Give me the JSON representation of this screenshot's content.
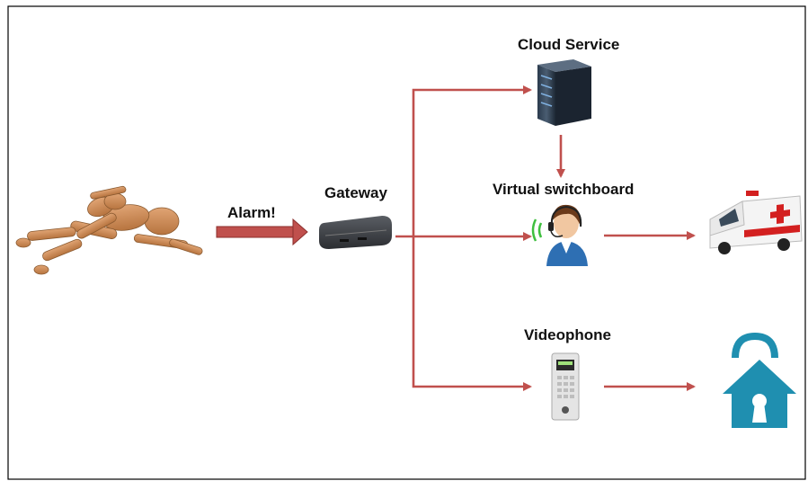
{
  "labels": {
    "cloud_service": "Cloud Service",
    "virtual_switchboard": "Virtual switchboard",
    "videophone": "Videophone",
    "gateway": "Gateway",
    "alarm": "Alarm!"
  },
  "colors": {
    "arrow": "#c0504d",
    "arrow_dark": "#a83c3a",
    "lock_house": "#1f8fb0",
    "border": "#000000"
  },
  "icons": {
    "fallen_person": "wooden-mannequin-fallen-icon",
    "gateway": "gateway-device-icon",
    "cloud": "server-tower-icon",
    "operator": "headset-operator-icon",
    "ambulance": "ambulance-icon",
    "videophone": "door-intercom-icon",
    "home_unlock": "house-padlock-icon"
  }
}
